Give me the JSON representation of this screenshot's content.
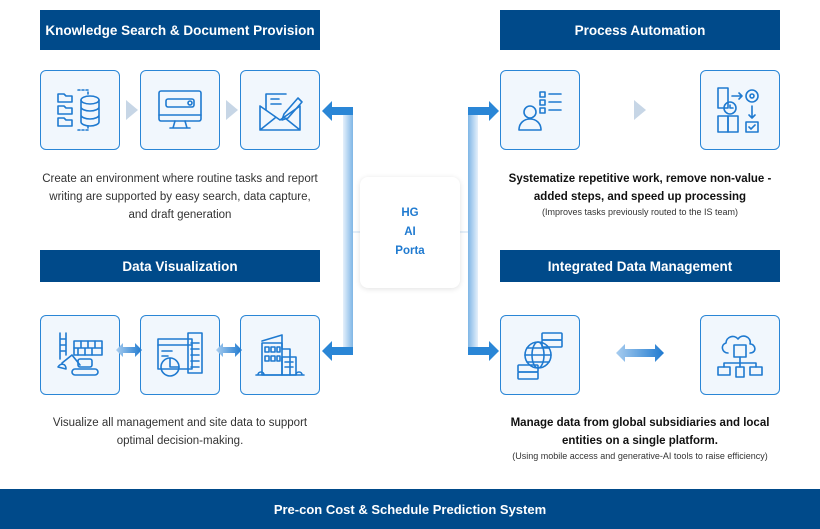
{
  "sections": {
    "knowledge": {
      "title": "Knowledge Search & Document Provision",
      "icons": [
        "folders-database-icon",
        "monitor-search-icon",
        "email-edit-icon"
      ],
      "description": "Create an environment where routine tasks and report writing are supported by easy search, data capture, and draft generation"
    },
    "process": {
      "title": "Process Automation",
      "icons": [
        "user-checklist-icon",
        "server-workflow-icon"
      ],
      "description": "Systematize repetitive work, remove non-value -added steps, and speed up processing",
      "note": "(Improves tasks previously routed to the IS team)"
    },
    "dataviz": {
      "title": "Data Visualization",
      "icons": [
        "construction-site-icon",
        "dashboard-chart-icon",
        "office-building-icon"
      ],
      "description": "Visualize all management and site data to support optimal decision-making."
    },
    "integrated": {
      "title": "Integrated Data Management",
      "icons": [
        "global-servers-icon",
        "cloud-network-icon"
      ],
      "description": "Manage data from global subsidiaries and local entities on a single platform.",
      "note": "(Using mobile access and generative-AI tools to raise efficiency)"
    }
  },
  "hub": {
    "line1": "HG",
    "line2": "AI",
    "line3": "Porta"
  },
  "footer": {
    "title": "Pre-con Cost & Schedule Prediction System"
  },
  "colors": {
    "header_bg": "#004a8a",
    "accent": "#1f7ad0",
    "box_border": "#2a86d6",
    "box_bg": "#f1f7fd"
  }
}
